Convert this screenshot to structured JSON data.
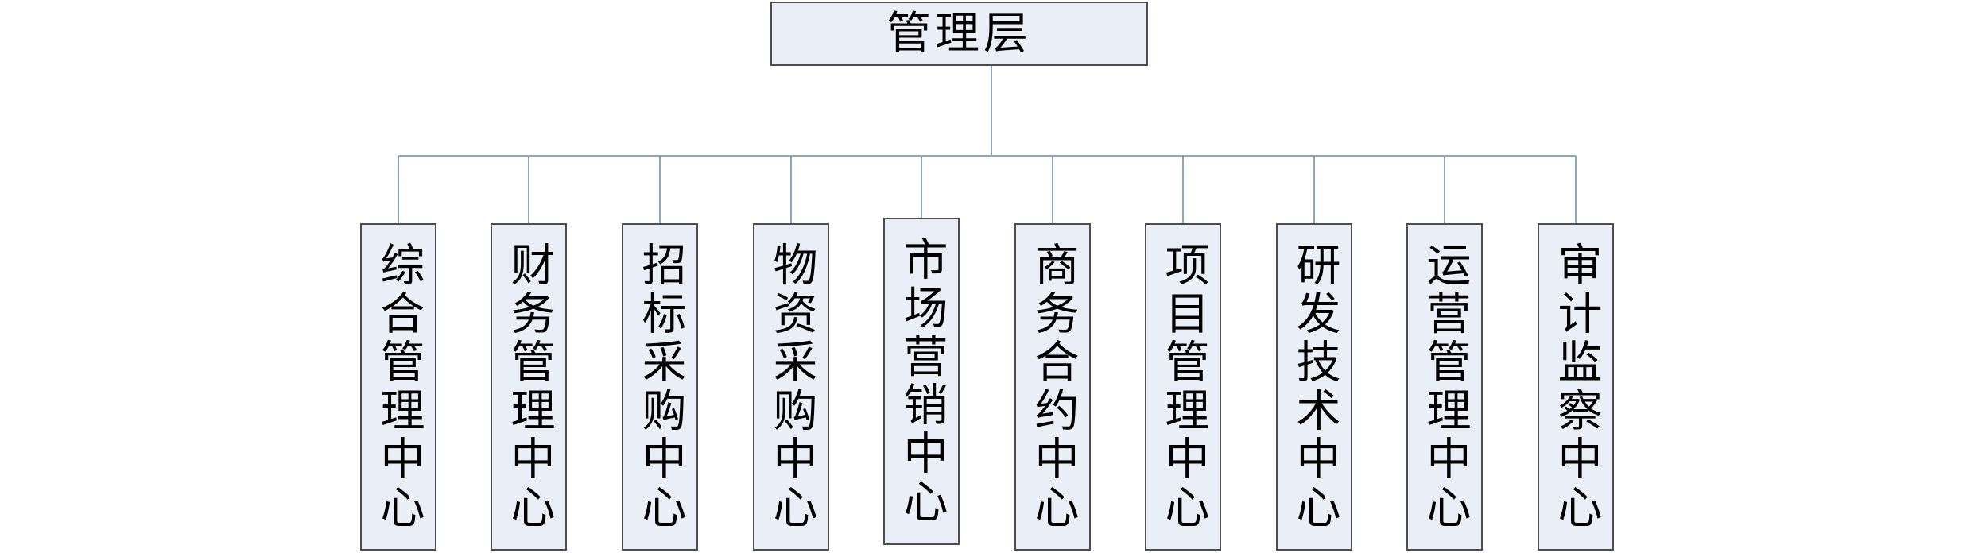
{
  "diagram": {
    "type": "org-chart",
    "root": {
      "label": "管理层"
    },
    "children": [
      {
        "label": "综合管理中心"
      },
      {
        "label": "财务管理中心"
      },
      {
        "label": "招标采购中心"
      },
      {
        "label": "物资采购中心"
      },
      {
        "label": "市场营销中心"
      },
      {
        "label": "商务合约中心"
      },
      {
        "label": "项目管理中心"
      },
      {
        "label": "研发技术中心"
      },
      {
        "label": "运营管理中心"
      },
      {
        "label": "审计监察中心"
      }
    ],
    "colors": {
      "box_fill": "#e9eef7",
      "box_border": "#4d4d4d",
      "connector": "#8ca6c0",
      "text": "#000000",
      "background": "#ffffff"
    }
  }
}
